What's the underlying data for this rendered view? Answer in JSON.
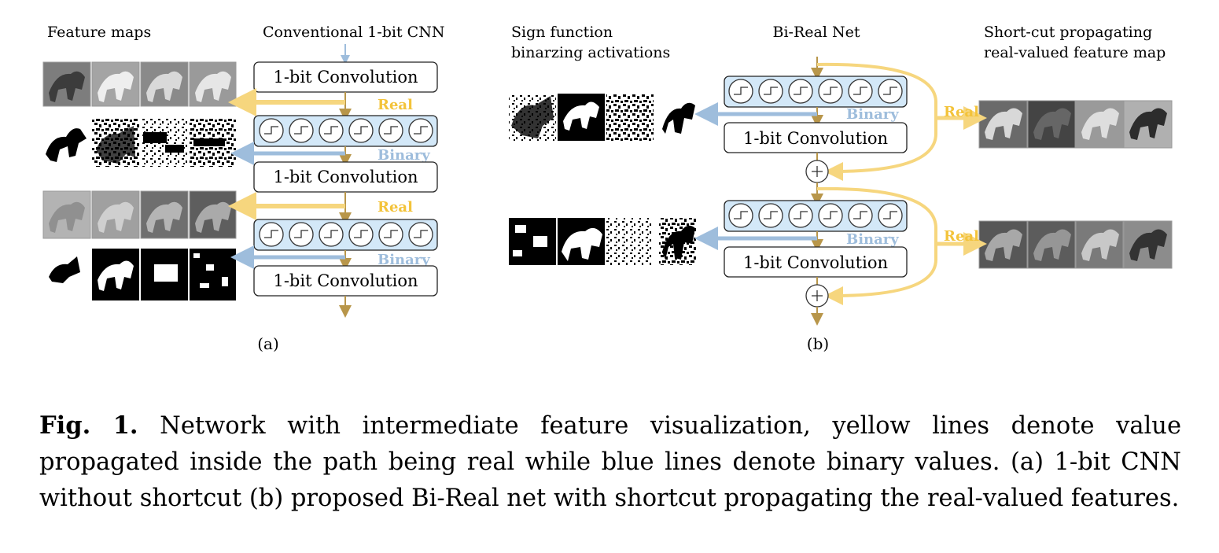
{
  "panel_a": {
    "feature_maps_title": "Feature maps",
    "network_title": "Conventional 1-bit CNN",
    "conv_label": "1-bit Convolution",
    "real_label": "Real",
    "binary_label": "Binary",
    "subfigure_label": "(a)"
  },
  "panel_b": {
    "sign_title_line1": "Sign function",
    "sign_title_line2": "binarzing activations",
    "network_title": "Bi-Real Net",
    "shortcut_title_line1": "Short-cut propagating",
    "shortcut_title_line2": "real-valued feature map",
    "conv_label": "1-bit Convolution",
    "real_label": "Real",
    "binary_label": "Binary",
    "subfigure_label": "(b)"
  },
  "caption": {
    "label": "Fig. 1.",
    "text": "Network with intermediate feature visualization, yellow lines denote value propagated inside the path being real while blue lines denote binary values. (a) 1-bit CNN without shortcut (b) proposed Bi-Real net with shortcut propagating the real-valued features."
  },
  "colors": {
    "real": "#f3c33a",
    "binary": "#9ebddc",
    "sign_block_fill": "#d3e8f8",
    "arrow": "#b8964a"
  }
}
